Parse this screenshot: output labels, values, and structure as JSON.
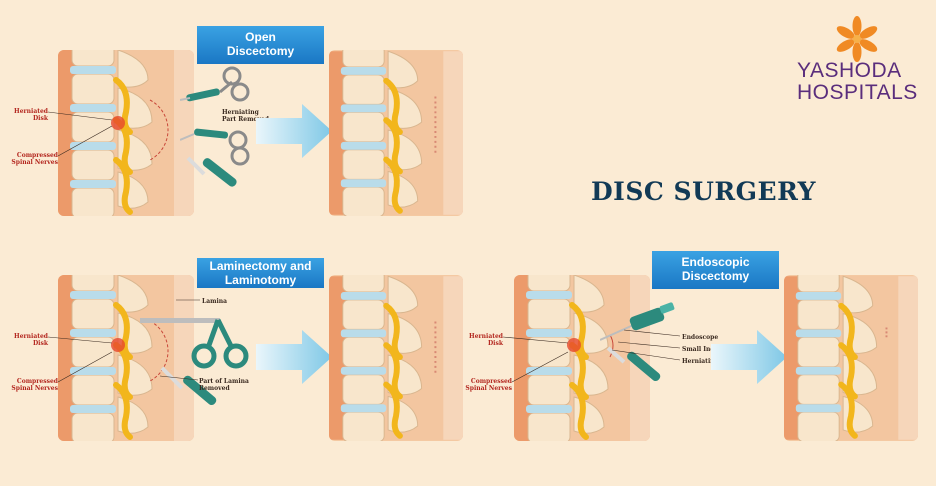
{
  "brand": {
    "name_line1": "YASHODA",
    "name_line2": "HOSPITALS",
    "logo": "orange-flower-logo"
  },
  "title": "DISC SURGERY",
  "panels": {
    "open": {
      "banner_line1": "Open",
      "banner_line2": "Discectomy",
      "herniated_line1": "Herniated",
      "herniated_line2": "Disk",
      "compressed_line1": "Compressed",
      "compressed_line2": "Spinal Nerves",
      "removed_line1": "Herniating",
      "removed_line2": "Part Removed"
    },
    "lamin": {
      "banner_line1": "Laminectomy and",
      "banner_line2": "Laminotomy",
      "lamina": "Lamina",
      "herniated_line1": "Herniated",
      "herniated_line2": "Disk",
      "compressed_line1": "Compressed",
      "compressed_line2": "Spinal Nerves",
      "part_removed": "Part of Lamina Removed"
    },
    "endo": {
      "banner_line1": "Endoscopic",
      "banner_line2": "Discectomy",
      "herniated_line1": "Herniated",
      "herniated_line2": "Disk",
      "compressed_line1": "Compressed",
      "compressed_line2": "Spinal Nerves",
      "endoscope": "Endoscope",
      "small_incision": "Small Incision",
      "removed": "Herniating Part Removed"
    }
  },
  "colors": {
    "banner": "#1a77c4",
    "title": "#123a56",
    "brand": "#5a2d7c",
    "logo": "#f08a24",
    "label_red": "#b3261e"
  }
}
